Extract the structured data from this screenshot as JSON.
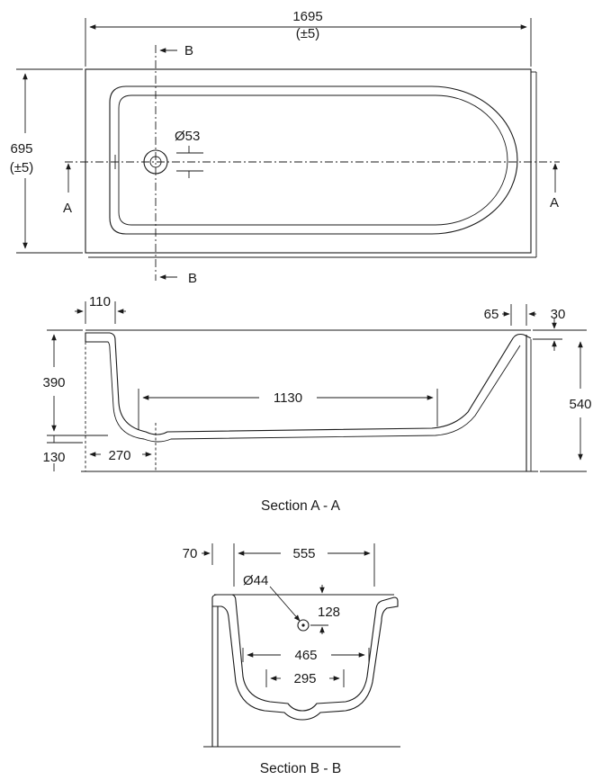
{
  "plan": {
    "length": "1695",
    "length_tol": "(±5)",
    "width": "695",
    "width_tol": "(±5)",
    "waste_dia": "Ø53",
    "section_b_marker": "B",
    "section_a_marker": "A"
  },
  "section_aa": {
    "end_rim": "110",
    "head_step": "65",
    "rim_height": "30",
    "depth": "390",
    "flat_base": "1130",
    "total_height": "540",
    "base_offset": "130",
    "waste_offset": "270",
    "caption": "Section A - A"
  },
  "section_bb": {
    "side_rim": "70",
    "top_width": "555",
    "overflow_dia": "Ø44",
    "overflow_height": "128",
    "mid_width": "465",
    "base_width": "295",
    "caption": "Section B - B"
  }
}
